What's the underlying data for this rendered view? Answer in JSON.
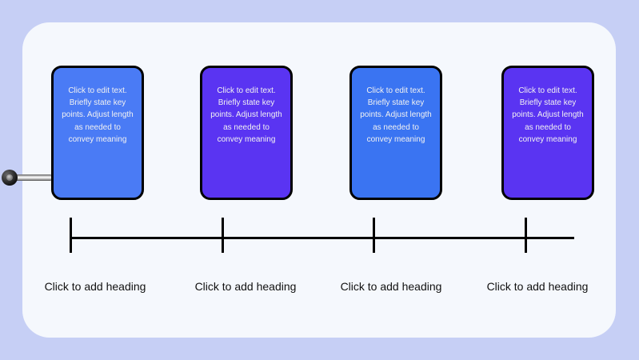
{
  "slide": {
    "background_color": "#c6cff5",
    "panel_color": "#f5f8fd"
  },
  "pin": {
    "label": "slide-connector-pin"
  },
  "timeline": {
    "line_color": "#000000",
    "tick_count": 4
  },
  "cards": [
    {
      "body": "Click to edit text. Briefly state key points. Adjust length as needed to convey meaning",
      "fill": "#4a7bf5",
      "border": "#000000",
      "text_color": "#f2f2f2"
    },
    {
      "body": "Click to edit text. Briefly state key points. Adjust length as needed to convey meaning",
      "fill": "#5a34f2",
      "border": "#000000",
      "text_color": "#f2f2f2"
    },
    {
      "body": "Click to edit text. Briefly state key points. Adjust length as needed to convey meaning",
      "fill": "#3a74f2",
      "border": "#000000",
      "text_color": "#f2f2f2"
    },
    {
      "body": "Click to edit text. Briefly state key points. Adjust length as needed to convey meaning",
      "fill": "#5a34f2",
      "border": "#000000",
      "text_color": "#f2f2f2"
    }
  ],
  "headings": [
    {
      "label": "Click to add heading"
    },
    {
      "label": "Click to add heading"
    },
    {
      "label": "Click to add heading"
    },
    {
      "label": "Click to add heading"
    }
  ]
}
